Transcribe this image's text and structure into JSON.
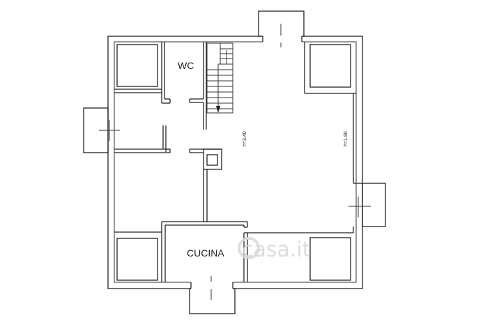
{
  "rooms": {
    "wc": "WC",
    "kitchen": "CUCINA"
  },
  "heights": {
    "main": "h=3.40",
    "side": "h=1.80"
  },
  "watermark": "casa.it"
}
